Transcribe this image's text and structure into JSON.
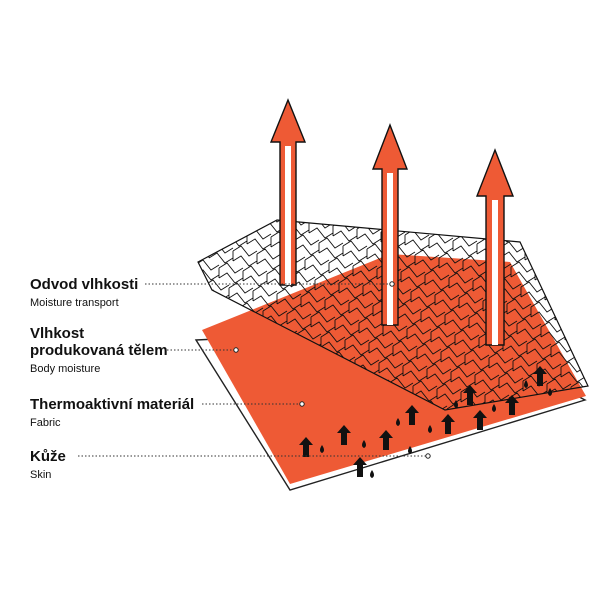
{
  "colors": {
    "accent": "#EE5A35",
    "ink": "#111111",
    "paper": "#FFFFFF"
  },
  "labels": [
    {
      "key": "moisture",
      "title": "Odvod vlhkosti",
      "subtitle": "Moisture transport"
    },
    {
      "key": "body",
      "title_line1": "Vlhkost",
      "title_line2": "produkovaná tělem",
      "subtitle": "Body moisture"
    },
    {
      "key": "fabric",
      "title": "Thermoaktivní materiál",
      "subtitle": "Fabric"
    },
    {
      "key": "skin",
      "title": "Kůže",
      "subtitle": "Skin"
    }
  ],
  "icons": {
    "large_arrow": "arrow-up-icon",
    "small_arrow": "arrow-up-icon",
    "droplet": "droplet-icon"
  }
}
